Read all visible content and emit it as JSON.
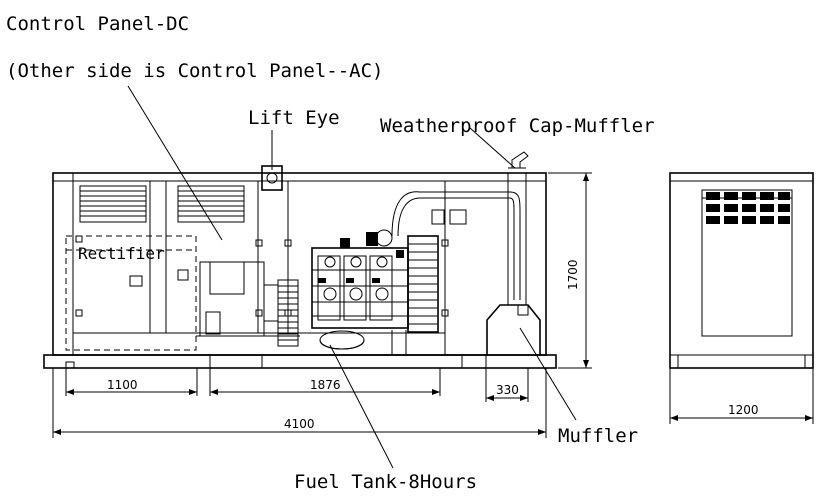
{
  "labels": {
    "control_panel": "Control Panel-DC",
    "other_side": "(Other side is Control Panel--AC)",
    "lift_eye": "Lift Eye",
    "weatherproof_cap": "Weatherproof Cap-Muffler",
    "rectifier": "Rectifier",
    "muffler": "Muffler",
    "fuel_tank": "Fuel Tank-8Hours"
  },
  "dimensions": {
    "height": "1700",
    "len_1100": "1100",
    "len_1876": "1876",
    "len_330": "330",
    "total_length": "4100",
    "width": "1200"
  }
}
